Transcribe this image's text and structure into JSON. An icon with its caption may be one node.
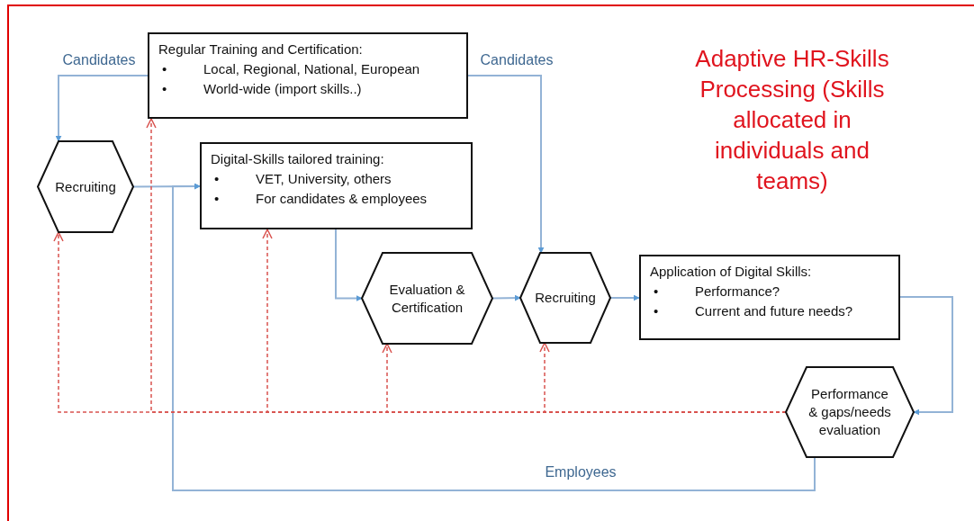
{
  "diagram": {
    "title": "Adaptive HR-Skills Processing (Skills allocated in individuals and teams)",
    "nodes": [
      {
        "text": [
          "Regular Training and Certification:",
          "• Local, Regional, National, European",
          "• World-wide (import skills..)"
        ]
      },
      {
        "text": [
          "Recruiting"
        ]
      },
      {
        "text": [
          "Digital-Skills tailored training:",
          "• VET, University, others",
          "• For candidates & employees"
        ]
      },
      {
        "text": [
          "Evaluation & Certification"
        ]
      },
      {
        "text": [
          "Recruiting"
        ]
      },
      {
        "text": [
          "Application of Digital Skills:",
          "• Performance?",
          "• Current and future needs?"
        ]
      },
      {
        "text": [
          "Performance & gaps/needs evaluation"
        ]
      }
    ],
    "edges": [
      {
        "from": 0,
        "to": 1,
        "arrow": "to",
        "label": "Candidates"
      },
      {
        "from": 0,
        "to": 4,
        "arrow": "to",
        "label": "Candidates"
      },
      {
        "from": 1,
        "to": 2,
        "arrow": "to"
      },
      {
        "from": 6,
        "to": 2,
        "arrow": "to",
        "label": "Employees"
      },
      {
        "from": 2,
        "to": 3,
        "arrow": "to"
      },
      {
        "from": 3,
        "to": 4,
        "arrow": "to"
      },
      {
        "from": 4,
        "to": 5,
        "arrow": "to"
      },
      {
        "from": 5,
        "to": 6,
        "arrow": "to"
      },
      {
        "from": 6,
        "to": 1,
        "arrow": "to",
        "style": "dashed",
        "color": "#d9534f"
      },
      {
        "from": 6,
        "to": 0,
        "arrow": "to",
        "style": "dashed",
        "color": "#d9534f"
      },
      {
        "from": 6,
        "to": 2,
        "arrow": "to",
        "style": "dashed",
        "color": "#d9534f"
      },
      {
        "from": 6,
        "to": 3,
        "arrow": "to",
        "style": "dashed",
        "color": "#d9534f"
      },
      {
        "from": 6,
        "to": 4,
        "arrow": "to",
        "style": "dashed",
        "color": "#d9534f"
      }
    ]
  }
}
